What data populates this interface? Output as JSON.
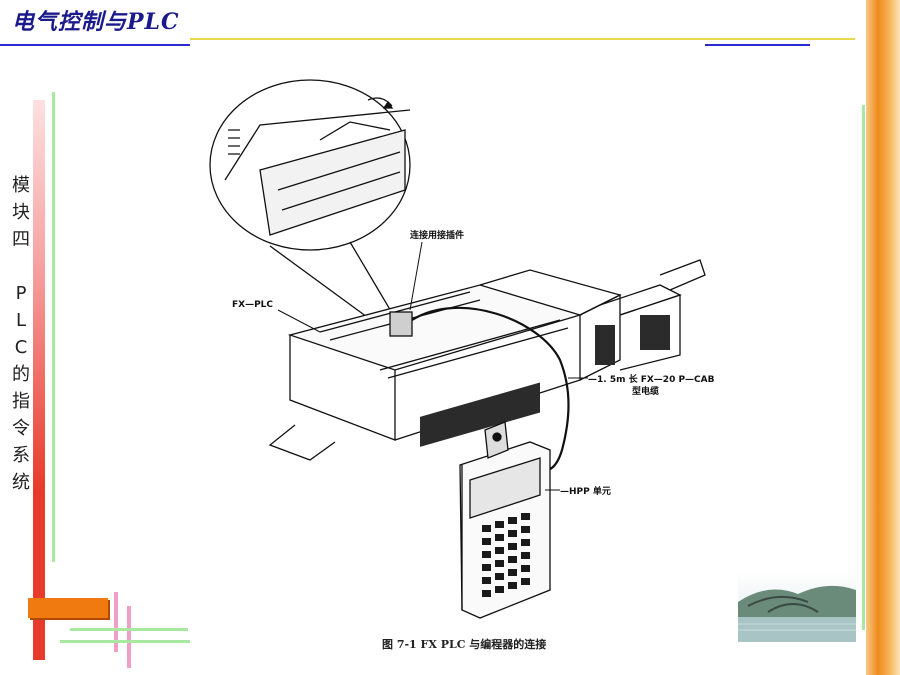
{
  "header": {
    "title": "电气控制与PLC"
  },
  "sidebar": {
    "chars": [
      "模",
      "块",
      "四",
      "",
      "P",
      "L",
      "C",
      "的",
      "指",
      "令",
      "系",
      "统"
    ]
  },
  "figure": {
    "labels": {
      "connector": "连接用接插件",
      "fx_plc": "FX—PLC",
      "cable_1": "—1. 5m 长 FX—20 P—CAB",
      "cable_2": "型电缆",
      "hpp": "—HPP 单元"
    },
    "caption": "图 7-1   FX PLC 与编程器的连接"
  },
  "colors": {
    "header_text": "#1a1a8c",
    "blue_line": "#2a2ad0",
    "yellow_line": "#e8d84a",
    "green_line": "#a8e8a0",
    "pink_line": "#f0a0c8",
    "red_bar": "#e83a2a",
    "orange_block": "#f07a10"
  }
}
